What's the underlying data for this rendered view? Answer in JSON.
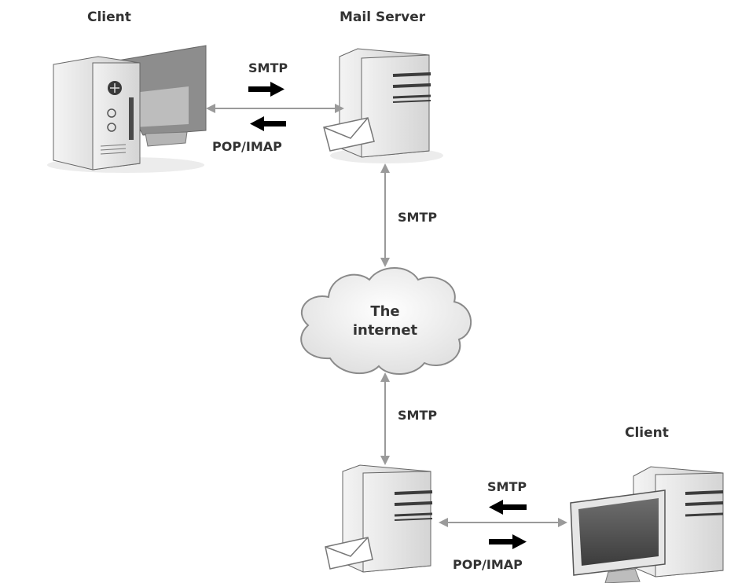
{
  "labels": {
    "client_top": "Client",
    "mail_server": "Mail Server",
    "client_bottom": "Client",
    "internet_line1": "The",
    "internet_line2": "internet"
  },
  "protocols": {
    "top_smtp": "SMTP",
    "top_popimap": "POP/IMAP",
    "upper_link": "SMTP",
    "lower_link": "SMTP",
    "bottom_smtp": "SMTP",
    "bottom_popimap": "POP/IMAP"
  },
  "colors": {
    "link": "#9a9a9a",
    "arrow": "#000000",
    "text": "#333333"
  }
}
